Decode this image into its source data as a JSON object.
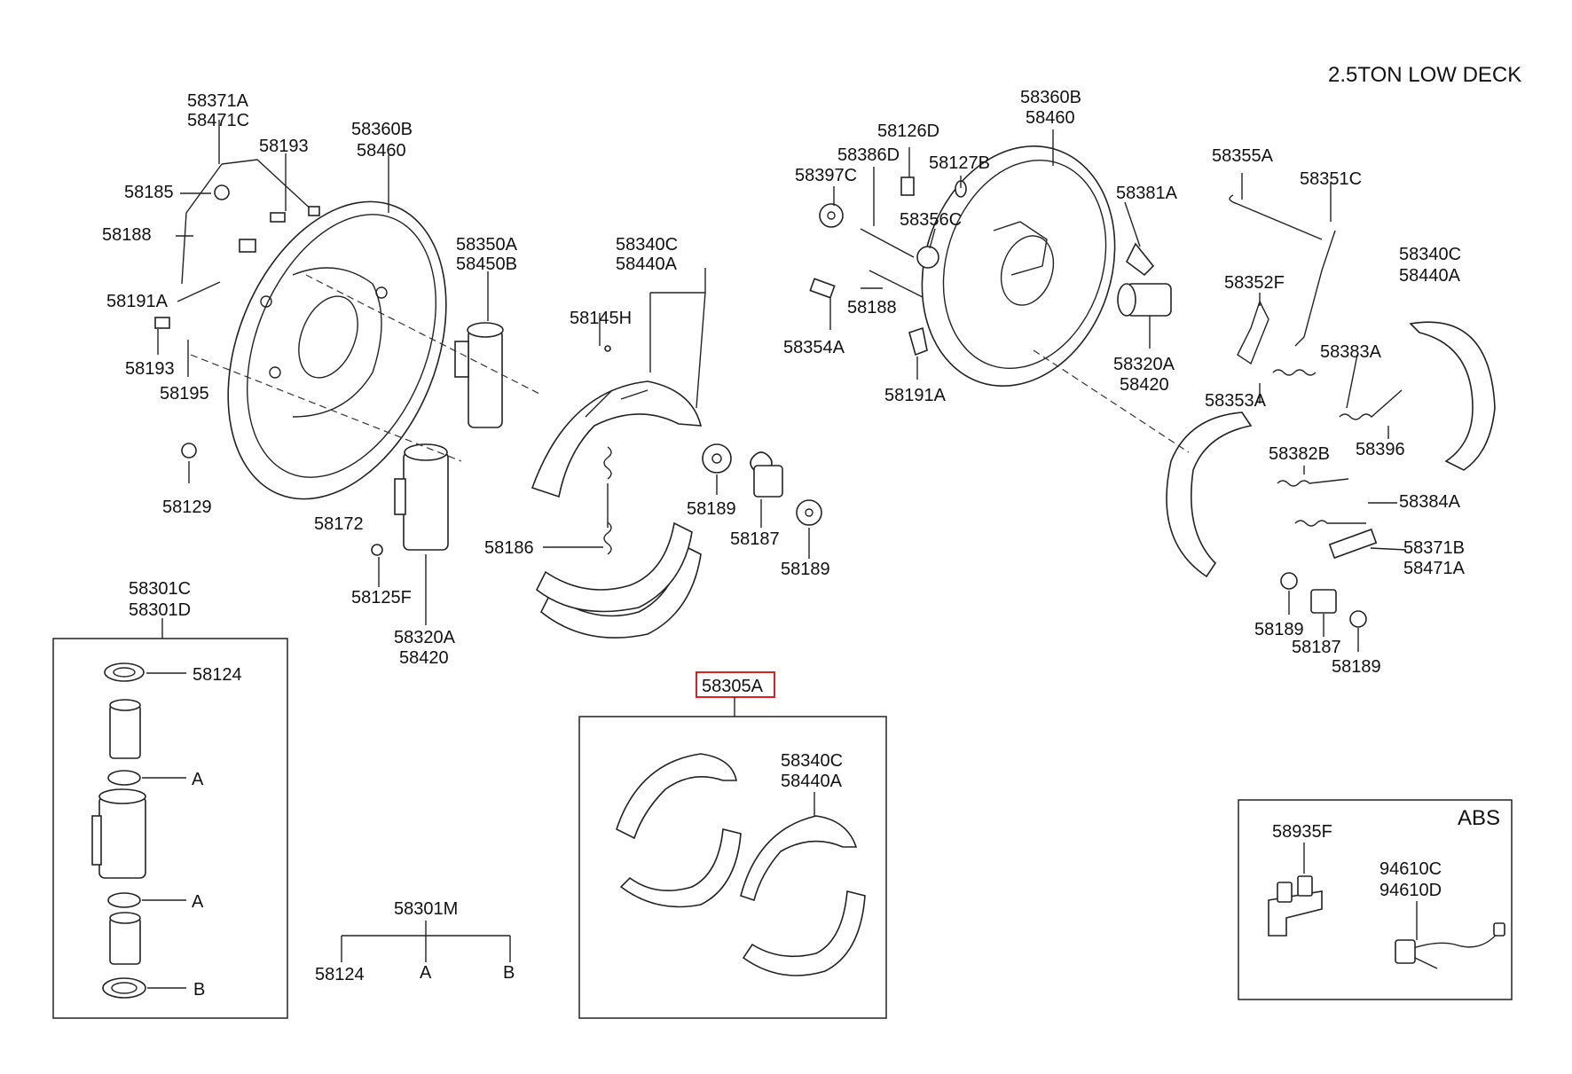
{
  "title": "2.5TON LOW DECK",
  "abs_label": "ABS",
  "labels": {
    "l_58371A_1": "58371A",
    "l_58471C_1": "58471C",
    "l_58193_1": "58193",
    "l_58360B_1": "58360B",
    "l_58460_1": "58460",
    "l_58185": "58185",
    "l_58188_1": "58188",
    "l_58191A_1": "58191A",
    "l_58193_2": "58193",
    "l_58195": "58195",
    "l_58129": "58129",
    "l_58350A": "58350A",
    "l_58450B": "58450B",
    "l_58340C_1": "58340C",
    "l_58440A_1": "58440A",
    "l_58145H": "58145H",
    "l_58189_1": "58189",
    "l_58187_1": "58187",
    "l_58189_2": "58189",
    "l_58186": "58186",
    "l_58172": "58172",
    "l_58125F": "58125F",
    "l_58320A_1": "58320A",
    "l_58420_1": "58420",
    "l_58301C": "58301C",
    "l_58301D": "58301D",
    "l_58124_1": "58124",
    "l_A_1": "A",
    "l_A_2": "A",
    "l_B_1": "B",
    "l_58301M": "58301M",
    "l_58124_2": "58124",
    "l_A_3": "A",
    "l_B_2": "B",
    "l_58305A": "58305A",
    "l_58340C_2": "58340C",
    "l_58440A_2": "58440A",
    "l_58360B_2": "58360B",
    "l_58460_2": "58460",
    "l_58126D": "58126D",
    "l_58386D": "58386D",
    "l_58127B": "58127B",
    "l_58397C": "58397C",
    "l_58356C": "58356C",
    "l_58381A": "58381A",
    "l_58188_2": "58188",
    "l_58354A": "58354A",
    "l_58191A_2": "58191A",
    "l_58320A_2": "58320A",
    "l_58420_2": "58420",
    "l_58355A": "58355A",
    "l_58351C": "58351C",
    "l_58352F": "58352F",
    "l_58353A": "58353A",
    "l_58340C_3": "58340C",
    "l_58440A_3": "58440A",
    "l_58383A": "58383A",
    "l_58396": "58396",
    "l_58382B": "58382B",
    "l_58384A": "58384A",
    "l_58371B": "58371B",
    "l_58471A": "58471A",
    "l_58189_3": "58189",
    "l_58187_2": "58187",
    "l_58189_4": "58189",
    "l_58935F": "58935F",
    "l_94610C": "94610C",
    "l_94610D": "94610D"
  }
}
